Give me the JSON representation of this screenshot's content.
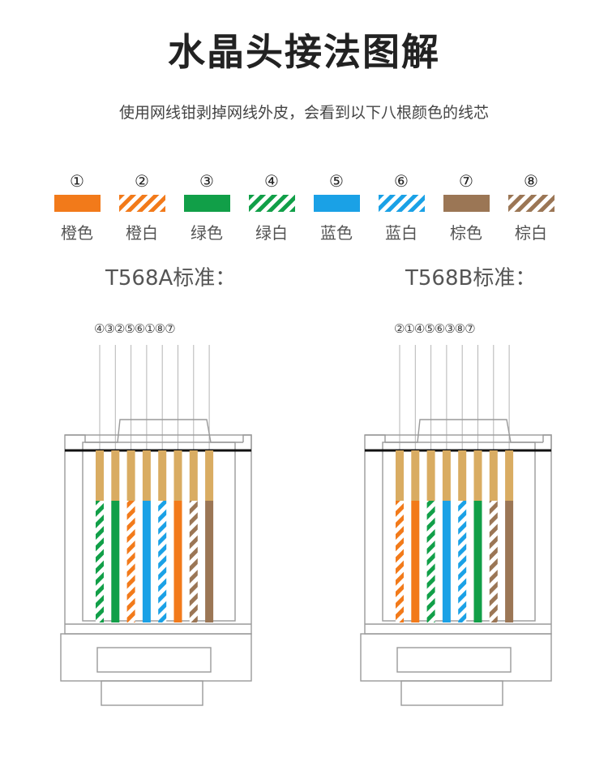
{
  "title": "水晶头接法图解",
  "subtitle": "使用网线钳剥掉网线外皮，会看到以下八根颜色的线芯",
  "colors": {
    "orange": "#f27a1a",
    "green": "#119f48",
    "blue": "#1aa1e6",
    "brown": "#9b7655",
    "copper": "#d9ac62"
  },
  "wires": [
    {
      "num": "①",
      "label": "橙色",
      "color": "#f27a1a",
      "striped": false
    },
    {
      "num": "②",
      "label": "橙白",
      "color": "#f27a1a",
      "striped": true
    },
    {
      "num": "③",
      "label": "绿色",
      "color": "#119f48",
      "striped": false
    },
    {
      "num": "④",
      "label": "绿白",
      "color": "#119f48",
      "striped": true
    },
    {
      "num": "⑤",
      "label": "蓝色",
      "color": "#1aa1e6",
      "striped": false
    },
    {
      "num": "⑥",
      "label": "蓝白",
      "color": "#1aa1e6",
      "striped": true
    },
    {
      "num": "⑦",
      "label": "棕色",
      "color": "#9b7655",
      "striped": false
    },
    {
      "num": "⑧",
      "label": "棕白",
      "color": "#9b7655",
      "striped": true
    }
  ],
  "standards": [
    {
      "title": "T568A标准：",
      "order_text": "④③②⑤⑥①⑧⑦",
      "order": [
        4,
        3,
        2,
        5,
        6,
        1,
        8,
        7
      ]
    },
    {
      "title": "T568B标准：",
      "order_text": "②①④⑤⑥③⑧⑦",
      "order": [
        2,
        1,
        4,
        5,
        6,
        3,
        8,
        7
      ]
    }
  ]
}
